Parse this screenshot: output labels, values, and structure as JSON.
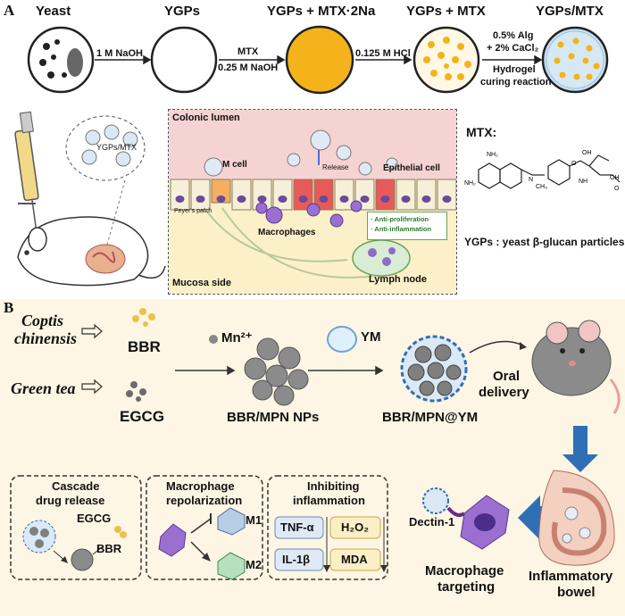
{
  "panel_a": {
    "letter": "A",
    "top_row": {
      "yeast": "Yeast",
      "ygps": "YGPs",
      "ygps_mtx2na": "YGPs + MTX·2Na",
      "ygps_mtx": "YGPs + MTX",
      "ygps_slash_mtx": "YGPs/MTX",
      "step1": "1 M NaOH",
      "step2_top": "MTX",
      "step2_bottom": "0.25 M NaOH",
      "step3": "0.125 M HCl",
      "step4_line1": "0.5% Alg",
      "step4_line2": "+ 2% CaCl₂",
      "step4_line3": "Hydrogel",
      "step4_line4": "curing reaction"
    },
    "mouse_label": "YGPs/MTX",
    "gut": {
      "colonic_lumen": "Colonic lumen",
      "m_cell": "M cell",
      "release": "Release",
      "epithelial_cell": "Epithelial cell",
      "peyers_patch": "Peyer's patch",
      "macrophages": "Macrophages",
      "anti_prolif": "· Anti-proliferation",
      "anti_inflam": "· Anti-inflammation",
      "lymph_node": "Lymph node",
      "mucosa_side": "Mucosa side"
    },
    "mtx_title": "MTX:",
    "ygps_def": "YGPs :  yeast β-glucan particles",
    "mtx_struct": {
      "nh2_a": "NH₂",
      "nh2_b": "NH₂",
      "n": "N",
      "ch3": "CH₃",
      "oh_a": "OH",
      "oh_b": "OH",
      "o_a": "O",
      "o_b": "O",
      "nh": "NH"
    }
  },
  "panel_b": {
    "letter": "B",
    "coptis_1": "Coptis",
    "coptis_2": "chinensis",
    "green_tea": "Green tea",
    "bbr": "BBR",
    "egcg": "EGCG",
    "mn": "Mn²⁺",
    "ym": "YM",
    "bbr_mpn_nps": "BBR/MPN NPs",
    "bbr_mpn_ym": "BBR/MPN@YM",
    "oral_delivery_1": "Oral",
    "oral_delivery_2": "delivery",
    "cascade_1": "Cascade",
    "cascade_2": "drug release",
    "cascade_egcg": "EGCG",
    "cascade_bbr": "BBR",
    "macro_repol_1": "Macrophage",
    "macro_repol_2": "repolarization",
    "m1": "M1",
    "m2": "M2",
    "inhibit_1": "Inhibiting",
    "inhibit_2": "inflammation",
    "tnf": "TNF-α",
    "h2o2": "H₂O₂",
    "il1b": "IL-1β",
    "mda": "MDA",
    "dectin": "Dectin-1",
    "macro_target_1": "Macrophage",
    "macro_target_2": "targeting",
    "inflam_bowel_1": "Inflammatory",
    "inflam_bowel_2": "bowel"
  },
  "colors": {
    "gut_lumen": "#f6d3d3",
    "mucosa": "#fbf0c8",
    "mtx_gold": "#f4b31a",
    "panel_b_bg": "#fdf6e4",
    "arrow_blue": "#2f6fb5",
    "macrophage": "#9a6fd0",
    "box_yellow": "#fbefc6",
    "box_blue": "#dfe9f5"
  }
}
